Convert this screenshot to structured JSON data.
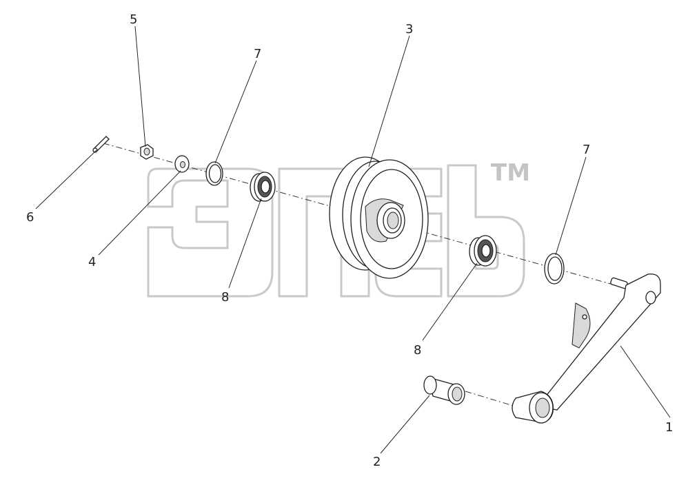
{
  "watermark": {
    "trademark": "TM"
  },
  "callouts": [
    {
      "id": "1",
      "label": "1"
    },
    {
      "id": "2",
      "label": "2"
    },
    {
      "id": "3",
      "label": "3"
    },
    {
      "id": "4",
      "label": "4"
    },
    {
      "id": "5",
      "label": "5"
    },
    {
      "id": "6",
      "label": "6"
    },
    {
      "id": "7a",
      "label": "7"
    },
    {
      "id": "7b",
      "label": "7"
    },
    {
      "id": "8a",
      "label": "8"
    },
    {
      "id": "8b",
      "label": "8"
    }
  ],
  "parts": [
    {
      "id": "tensioner-arm",
      "callout": "1",
      "icon": "lever-arm-icon"
    },
    {
      "id": "bushing",
      "callout": "2",
      "icon": "sleeve-icon"
    },
    {
      "id": "pulley",
      "callout": "3",
      "icon": "pulley-icon"
    },
    {
      "id": "washer",
      "callout": "4",
      "icon": "washer-icon"
    },
    {
      "id": "nut",
      "callout": "5",
      "icon": "hex-nut-icon"
    },
    {
      "id": "cotter-pin",
      "callout": "6",
      "icon": "cotter-pin-icon"
    },
    {
      "id": "retaining-ring",
      "callout": "7",
      "icon": "snap-ring-icon"
    },
    {
      "id": "bearing",
      "callout": "8",
      "icon": "ball-bearing-icon"
    }
  ]
}
